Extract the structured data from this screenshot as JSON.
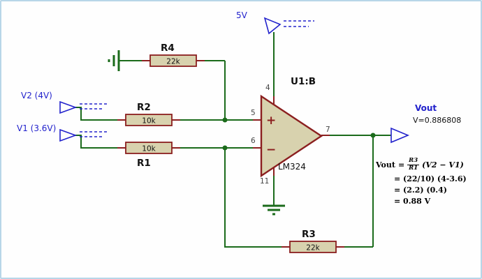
{
  "terminals": {
    "supply": {
      "label": "5V"
    },
    "v2": {
      "label": "V2 (4V)"
    },
    "v1": {
      "label": "V1 (3.6V)"
    },
    "vout": {
      "label": "Vout",
      "value": "V=0.886808"
    }
  },
  "components": {
    "r1": {
      "ref": "R1",
      "value": "10k"
    },
    "r2": {
      "ref": "R2",
      "value": "10k"
    },
    "r3": {
      "ref": "R3",
      "value": "22k"
    },
    "r4": {
      "ref": "R4",
      "value": "22k"
    },
    "opamp": {
      "ref": "U1:B",
      "part": "LM324",
      "plus": "+",
      "minus": "−",
      "pins": {
        "p4": "4",
        "p5": "5",
        "p6": "6",
        "p7": "7",
        "p11": "11"
      }
    }
  },
  "formula": {
    "lhs": "Vout",
    "eq": "=",
    "frac_num": "R3",
    "frac_den": "R1",
    "term": "(V2 − V1)",
    "line2": "= (22/10) (4-3.6)",
    "line3": "= (2.2) (0.4)",
    "line4": "= 0.88 V"
  },
  "colors": {
    "wire": "#1b6b1b",
    "component": "#8b1f1f",
    "fill": "#d8d2ae",
    "terminal": "#2222cc",
    "border": "#b8d6e8"
  }
}
